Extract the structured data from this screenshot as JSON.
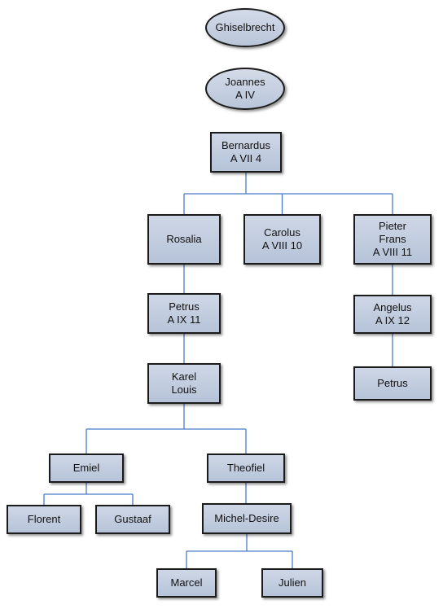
{
  "tree": {
    "ovals": [
      {
        "id": "ghiselbrecht",
        "text": "Ghiselbrecht"
      },
      {
        "id": "joannes",
        "text": "Joannes\nA IV"
      }
    ],
    "nodes": [
      {
        "id": "bernardus",
        "text": "Bernardus\nA VII 4"
      },
      {
        "id": "rosalia",
        "text": "Rosalia"
      },
      {
        "id": "carolus",
        "text": "Carolus\nA VIII 10"
      },
      {
        "id": "pieter-frans",
        "text": "Pieter\nFrans\nA VIII 11"
      },
      {
        "id": "petrus-a-ix-11",
        "text": "Petrus\nA IX 11"
      },
      {
        "id": "angelus",
        "text": "Angelus\nA IX 12"
      },
      {
        "id": "petrus",
        "text": "Petrus"
      },
      {
        "id": "karel-louis",
        "text": "Karel\nLouis"
      },
      {
        "id": "emiel",
        "text": "Emiel"
      },
      {
        "id": "theofiel",
        "text": "Theofiel"
      },
      {
        "id": "florent",
        "text": "Florent"
      },
      {
        "id": "gustaaf",
        "text": "Gustaaf"
      },
      {
        "id": "michel-desire",
        "text": "Michel-Desire"
      },
      {
        "id": "marcel",
        "text": "Marcel"
      },
      {
        "id": "julien",
        "text": "Julien"
      }
    ],
    "edges": [
      [
        "bernardus",
        "rosalia"
      ],
      [
        "bernardus",
        "carolus"
      ],
      [
        "bernardus",
        "pieter-frans"
      ],
      [
        "rosalia",
        "petrus-a-ix-11"
      ],
      [
        "petrus-a-ix-11",
        "karel-louis"
      ],
      [
        "pieter-frans",
        "angelus"
      ],
      [
        "angelus",
        "petrus"
      ],
      [
        "karel-louis",
        "emiel"
      ],
      [
        "karel-louis",
        "theofiel"
      ],
      [
        "emiel",
        "florent"
      ],
      [
        "emiel",
        "gustaaf"
      ],
      [
        "theofiel",
        "michel-desire"
      ],
      [
        "michel-desire",
        "marcel"
      ],
      [
        "michel-desire",
        "julien"
      ]
    ],
    "connector_color": "#4a7bc8"
  }
}
